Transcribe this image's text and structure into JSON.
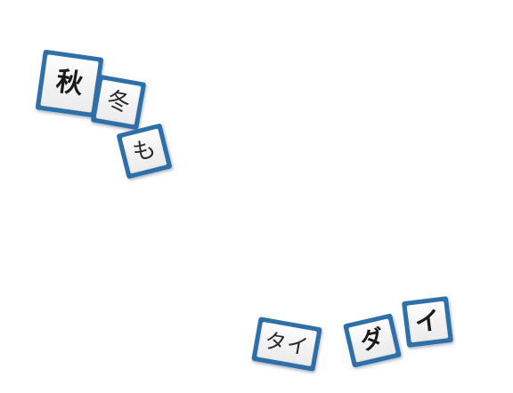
{
  "theme": {
    "background": "#ffffff",
    "tile_border": "#2f6fa8",
    "tile_face": "#f2f2f2",
    "glyph_color": "#1a1a1a"
  },
  "tiles": [
    {
      "text": "秋",
      "weight": "bold"
    },
    {
      "text": "冬",
      "weight": "light"
    },
    {
      "text": "も",
      "weight": "light"
    },
    {
      "text": "タイ",
      "weight": "light"
    },
    {
      "text": "ダ",
      "weight": "bold"
    },
    {
      "text": "イ",
      "weight": "bold"
    }
  ]
}
